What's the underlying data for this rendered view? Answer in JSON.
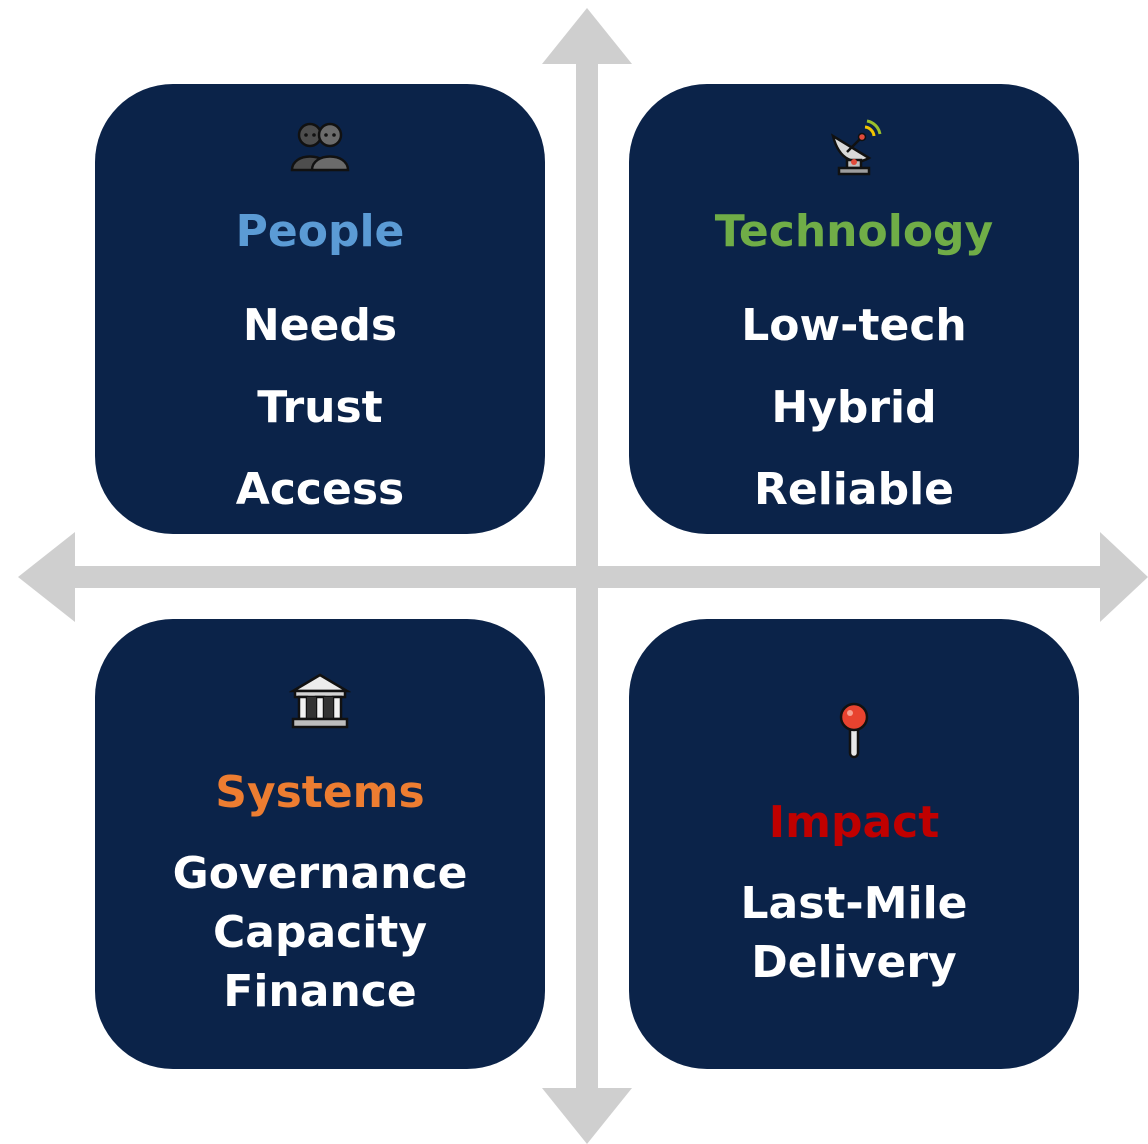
{
  "colors": {
    "background": "#ffffff",
    "arrow": "#cfcfcf",
    "box": "#0b2349",
    "item_text": "#ffffff"
  },
  "quadrants": [
    {
      "title": "People",
      "title_color": "#5b9bd5",
      "icon": "people-icon",
      "items": [
        "Needs",
        "Trust",
        "Access"
      ]
    },
    {
      "title": "Technology",
      "title_color": "#70ad47",
      "icon": "satellite-dish-icon",
      "items": [
        "Low-tech",
        "Hybrid",
        "Reliable"
      ]
    },
    {
      "title": "Systems",
      "title_color": "#ed7d31",
      "icon": "classical-building-icon",
      "items": [
        "Governance",
        "Capacity",
        "Finance"
      ]
    },
    {
      "title": "Impact",
      "title_color": "#c00000",
      "icon": "round-pushpin-icon",
      "items": [
        "Last-Mile",
        "Delivery"
      ]
    }
  ]
}
